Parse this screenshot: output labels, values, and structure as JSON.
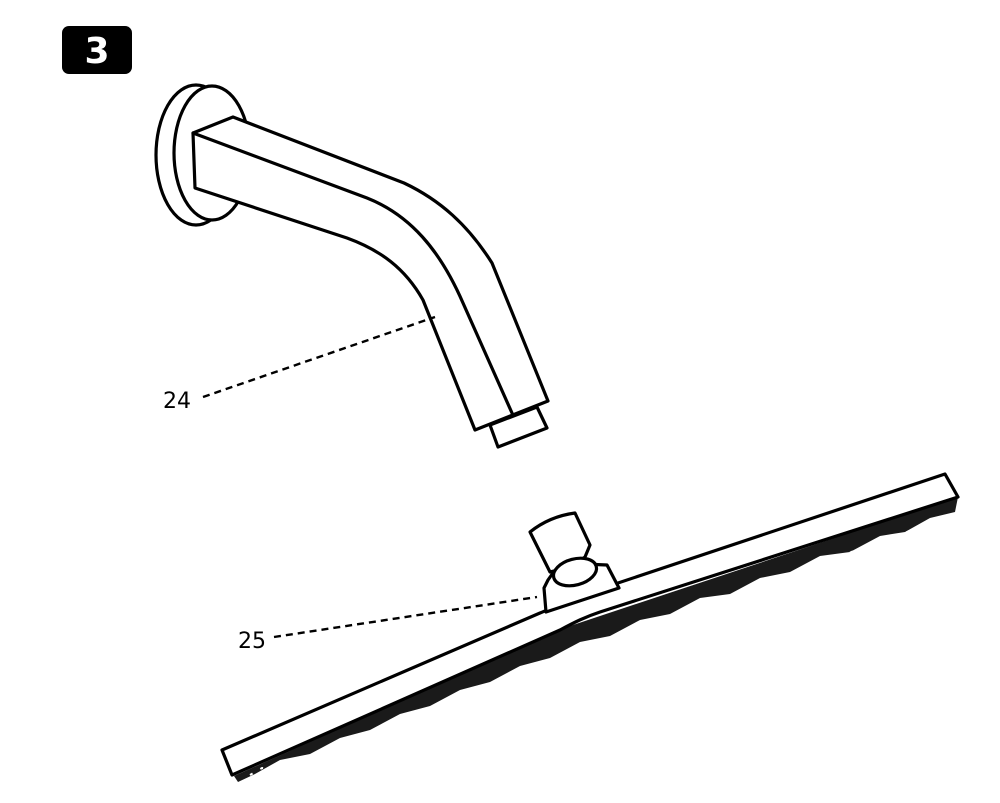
{
  "step": {
    "number": "3"
  },
  "callouts": [
    {
      "label": "24"
    },
    {
      "label": "25"
    }
  ],
  "colors": {
    "ink": "#000000",
    "background": "#ffffff"
  }
}
